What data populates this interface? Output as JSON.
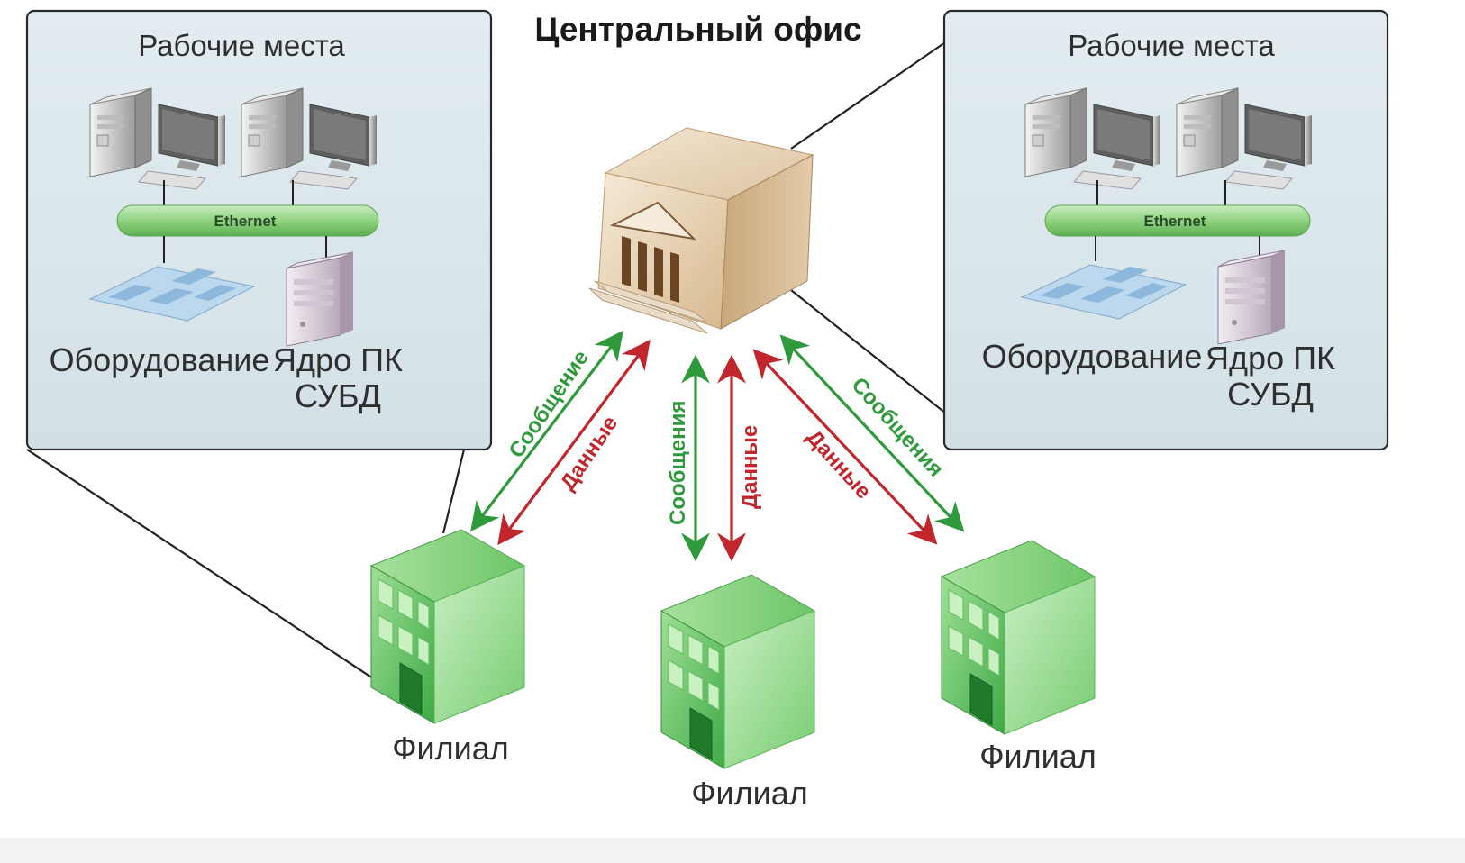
{
  "title": "Центральный офис",
  "workplaces_left": {
    "title": "Рабочие места",
    "bus_label": "Ethernet",
    "equipment_label": "Оборудование",
    "core_label_line1": "Ядро ПК",
    "core_label_line2": "СУБД"
  },
  "workplaces_right": {
    "title": "Рабочие места",
    "bus_label": "Ethernet",
    "equipment_label": "Оборудование",
    "core_label_line1": "Ядро ПК",
    "core_label_line2": "СУБД"
  },
  "branches": [
    {
      "label": "Филиал",
      "message_label": "Сообщение",
      "data_label": "Данные"
    },
    {
      "label": "Филиал",
      "message_label": "Сообщения",
      "data_label": "Данные"
    },
    {
      "label": "Филиал",
      "message_label": "Сообщения",
      "data_label": "Данные"
    }
  ],
  "colors": {
    "message_arrow": "#2f9a3c",
    "data_arrow": "#c0262c",
    "panel_fill": "#dbe6eb",
    "building_green": "#5cc05c",
    "office_tan": "#d9bf98"
  }
}
